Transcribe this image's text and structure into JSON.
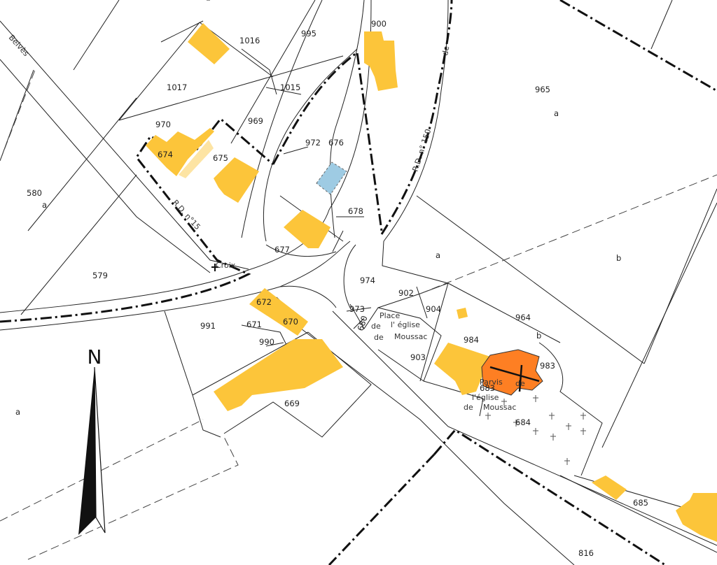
{
  "map": {
    "colors": {
      "building": "#fcc53a",
      "building_light": "#fde4a3",
      "church": "#fe7f23",
      "pool": "#9ecbe3",
      "line": "#222222"
    },
    "parcels": {
      "p1016": "1016",
      "p995": "995",
      "p900": "900",
      "p965": "965",
      "p965a": "a",
      "p1017": "1017",
      "p1015": "1015",
      "p970": "970",
      "p969": "969",
      "p674": "674",
      "p675": "675",
      "p972": "972",
      "p676": "676",
      "p580": "580",
      "p580a": "a",
      "p678": "678",
      "p677": "677",
      "p579": "579",
      "pa_center": "a",
      "pb_right": "b",
      "p974": "974",
      "p902": "902",
      "p904": "904",
      "p964": "964",
      "p964b": "b",
      "p973": "973",
      "p680": "680",
      "p672": "672",
      "p671": "671",
      "p670": "670",
      "p991": "991",
      "p990": "990",
      "p984": "984",
      "p903": "903",
      "p983": "983",
      "p683": "683",
      "p684": "684",
      "p669": "669",
      "pa_left": "a",
      "p685": "685",
      "p816": "816"
    },
    "places": {
      "belves": "Belvès",
      "rd15": "R.D. n°15",
      "rd150": "R.D. n° 150",
      "de_top": "de",
      "croix": "Croix",
      "place_l1": "Place",
      "place_l2": "de",
      "place_l3": "l' église",
      "place_l4": "de",
      "place_l5": "Moussac",
      "parvis_l1": "Parvis",
      "parvis_l2": "de",
      "parvis_l3": "l'église",
      "parvis_l4": "de",
      "parvis_l5": "Moussac"
    },
    "north_label": "N"
  }
}
